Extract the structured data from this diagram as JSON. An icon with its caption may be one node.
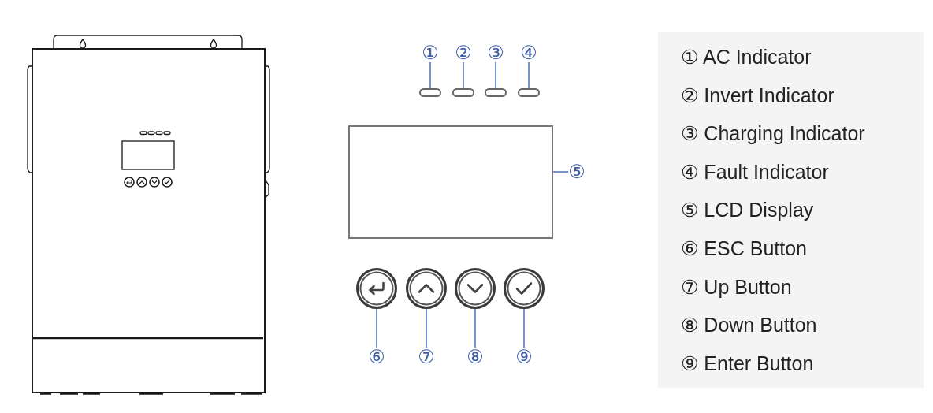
{
  "diagram": {
    "nodes": [
      {
        "text": [
          "①"
        ]
      },
      {
        "text": [
          "②"
        ]
      },
      {
        "text": [
          "③"
        ]
      },
      {
        "text": [
          "④"
        ]
      },
      {
        "text": [],
        "shape": "box"
      },
      {
        "text": [],
        "shape": "box"
      },
      {
        "text": [],
        "shape": "box"
      },
      {
        "text": [],
        "shape": "box"
      },
      {
        "text": [],
        "shape": "box"
      },
      {
        "text": [
          "⑤"
        ]
      },
      {
        "text": [],
        "shape": "circle"
      },
      {
        "text": [],
        "shape": "circle"
      },
      {
        "text": [],
        "shape": "circle"
      },
      {
        "text": [],
        "shape": "circle"
      },
      {
        "text": [
          "⑥"
        ]
      },
      {
        "text": [
          "⑦"
        ]
      },
      {
        "text": [
          "⑧"
        ]
      },
      {
        "text": [
          "⑨"
        ]
      },
      {
        "text": [
          "① AC Indicator",
          "② Invert Indicator",
          "③ Charging Indicator",
          "④ Fault Indicator",
          "⑤ LCD Display",
          "⑥ ESC Button",
          "⑦ Up Button",
          "⑧ Down Button",
          "⑨ Enter Button"
        ]
      }
    ],
    "edges": [
      {
        "from": 0,
        "to": 4,
        "arrow": "none"
      },
      {
        "from": 1,
        "to": 5,
        "arrow": "none"
      },
      {
        "from": 2,
        "to": 6,
        "arrow": "none"
      },
      {
        "from": 3,
        "to": 7,
        "arrow": "none"
      },
      {
        "from": 9,
        "to": 8,
        "arrow": "none"
      },
      {
        "from": 14,
        "to": 10,
        "arrow": "none"
      },
      {
        "from": 15,
        "to": 11,
        "arrow": "none"
      },
      {
        "from": 16,
        "to": 12,
        "arrow": "none"
      },
      {
        "from": 17,
        "to": 13,
        "arrow": "none"
      }
    ]
  }
}
